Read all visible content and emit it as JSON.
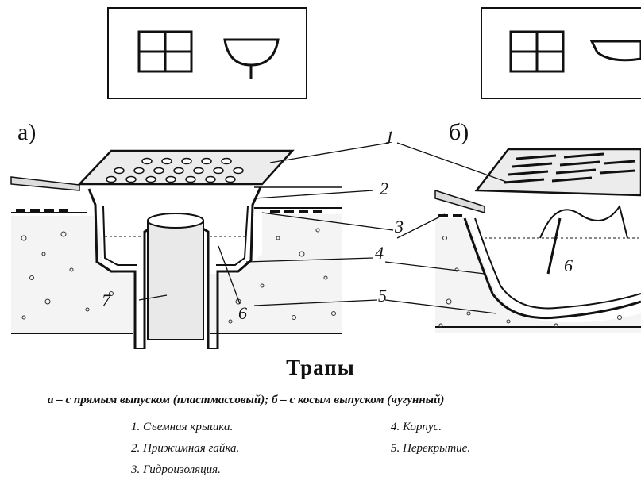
{
  "panels": {
    "a_label": "а)",
    "b_label": "б)"
  },
  "callouts": {
    "n1": "1",
    "n2": "2",
    "n3": "3",
    "n4": "4",
    "n5": "5",
    "n6a": "6",
    "n6b": "6",
    "n7": "7"
  },
  "title": "Трапы",
  "subtitle": "а – с прямым выпуском (пластмассовый); б – с косым выпуском (чугунный)",
  "legend": [
    "1. Съемная крышка.",
    "2. Прижимная гайка.",
    "3. Гидроизоляция.",
    "4. Корпус.",
    "5. Перекрытие."
  ]
}
